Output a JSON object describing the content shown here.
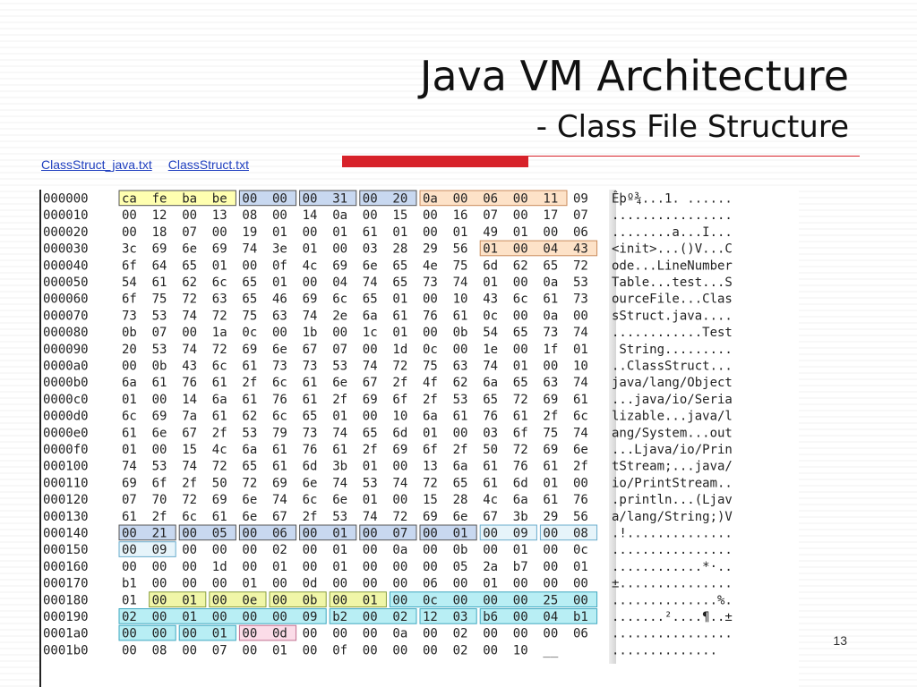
{
  "slide": {
    "title": "Java VM Architecture",
    "subtitle": "- Class File Structure",
    "links": [
      "ClassStruct_java.txt",
      "ClassStruct.txt"
    ],
    "page_number": "13"
  },
  "hexdump": {
    "rows": [
      {
        "offset": "000000",
        "hex": [
          "ca",
          "fe",
          "ba",
          "be",
          "00",
          "00",
          "00",
          "31",
          "00",
          "20",
          "0a",
          "00",
          "06",
          "00",
          "11",
          "09"
        ],
        "ascii": "Êþº¾...1. ......"
      },
      {
        "offset": "000010",
        "hex": [
          "00",
          "12",
          "00",
          "13",
          "08",
          "00",
          "14",
          "0a",
          "00",
          "15",
          "00",
          "16",
          "07",
          "00",
          "17",
          "07"
        ],
        "ascii": "................"
      },
      {
        "offset": "000020",
        "hex": [
          "00",
          "18",
          "07",
          "00",
          "19",
          "01",
          "00",
          "01",
          "61",
          "01",
          "00",
          "01",
          "49",
          "01",
          "00",
          "06"
        ],
        "ascii": "........a...I..."
      },
      {
        "offset": "000030",
        "hex": [
          "3c",
          "69",
          "6e",
          "69",
          "74",
          "3e",
          "01",
          "00",
          "03",
          "28",
          "29",
          "56",
          "01",
          "00",
          "04",
          "43"
        ],
        "ascii": "<init>...()V...C"
      },
      {
        "offset": "000040",
        "hex": [
          "6f",
          "64",
          "65",
          "01",
          "00",
          "0f",
          "4c",
          "69",
          "6e",
          "65",
          "4e",
          "75",
          "6d",
          "62",
          "65",
          "72"
        ],
        "ascii": "ode...LineNumber"
      },
      {
        "offset": "000050",
        "hex": [
          "54",
          "61",
          "62",
          "6c",
          "65",
          "01",
          "00",
          "04",
          "74",
          "65",
          "73",
          "74",
          "01",
          "00",
          "0a",
          "53"
        ],
        "ascii": "Table...test...S"
      },
      {
        "offset": "000060",
        "hex": [
          "6f",
          "75",
          "72",
          "63",
          "65",
          "46",
          "69",
          "6c",
          "65",
          "01",
          "00",
          "10",
          "43",
          "6c",
          "61",
          "73"
        ],
        "ascii": "ourceFile...Clas"
      },
      {
        "offset": "000070",
        "hex": [
          "73",
          "53",
          "74",
          "72",
          "75",
          "63",
          "74",
          "2e",
          "6a",
          "61",
          "76",
          "61",
          "0c",
          "00",
          "0a",
          "00"
        ],
        "ascii": "sStruct.java...."
      },
      {
        "offset": "000080",
        "hex": [
          "0b",
          "07",
          "00",
          "1a",
          "0c",
          "00",
          "1b",
          "00",
          "1c",
          "01",
          "00",
          "0b",
          "54",
          "65",
          "73",
          "74"
        ],
        "ascii": "............Test"
      },
      {
        "offset": "000090",
        "hex": [
          "20",
          "53",
          "74",
          "72",
          "69",
          "6e",
          "67",
          "07",
          "00",
          "1d",
          "0c",
          "00",
          "1e",
          "00",
          "1f",
          "01"
        ],
        "ascii": " String........."
      },
      {
        "offset": "0000a0",
        "hex": [
          "00",
          "0b",
          "43",
          "6c",
          "61",
          "73",
          "73",
          "53",
          "74",
          "72",
          "75",
          "63",
          "74",
          "01",
          "00",
          "10"
        ],
        "ascii": "..ClassStruct..."
      },
      {
        "offset": "0000b0",
        "hex": [
          "6a",
          "61",
          "76",
          "61",
          "2f",
          "6c",
          "61",
          "6e",
          "67",
          "2f",
          "4f",
          "62",
          "6a",
          "65",
          "63",
          "74"
        ],
        "ascii": "java/lang/Object"
      },
      {
        "offset": "0000c0",
        "hex": [
          "01",
          "00",
          "14",
          "6a",
          "61",
          "76",
          "61",
          "2f",
          "69",
          "6f",
          "2f",
          "53",
          "65",
          "72",
          "69",
          "61"
        ],
        "ascii": "...java/io/Seria"
      },
      {
        "offset": "0000d0",
        "hex": [
          "6c",
          "69",
          "7a",
          "61",
          "62",
          "6c",
          "65",
          "01",
          "00",
          "10",
          "6a",
          "61",
          "76",
          "61",
          "2f",
          "6c"
        ],
        "ascii": "lizable...java/l"
      },
      {
        "offset": "0000e0",
        "hex": [
          "61",
          "6e",
          "67",
          "2f",
          "53",
          "79",
          "73",
          "74",
          "65",
          "6d",
          "01",
          "00",
          "03",
          "6f",
          "75",
          "74"
        ],
        "ascii": "ang/System...out"
      },
      {
        "offset": "0000f0",
        "hex": [
          "01",
          "00",
          "15",
          "4c",
          "6a",
          "61",
          "76",
          "61",
          "2f",
          "69",
          "6f",
          "2f",
          "50",
          "72",
          "69",
          "6e"
        ],
        "ascii": "...Ljava/io/Prin"
      },
      {
        "offset": "000100",
        "hex": [
          "74",
          "53",
          "74",
          "72",
          "65",
          "61",
          "6d",
          "3b",
          "01",
          "00",
          "13",
          "6a",
          "61",
          "76",
          "61",
          "2f"
        ],
        "ascii": "tStream;...java/"
      },
      {
        "offset": "000110",
        "hex": [
          "69",
          "6f",
          "2f",
          "50",
          "72",
          "69",
          "6e",
          "74",
          "53",
          "74",
          "72",
          "65",
          "61",
          "6d",
          "01",
          "00"
        ],
        "ascii": "io/PrintStream.."
      },
      {
        "offset": "000120",
        "hex": [
          "07",
          "70",
          "72",
          "69",
          "6e",
          "74",
          "6c",
          "6e",
          "01",
          "00",
          "15",
          "28",
          "4c",
          "6a",
          "61",
          "76"
        ],
        "ascii": ".println...(Ljav"
      },
      {
        "offset": "000130",
        "hex": [
          "61",
          "2f",
          "6c",
          "61",
          "6e",
          "67",
          "2f",
          "53",
          "74",
          "72",
          "69",
          "6e",
          "67",
          "3b",
          "29",
          "56"
        ],
        "ascii": "a/lang/String;)V"
      },
      {
        "offset": "000140",
        "hex": [
          "00",
          "21",
          "00",
          "05",
          "00",
          "06",
          "00",
          "01",
          "00",
          "07",
          "00",
          "01",
          "00",
          "09",
          "00",
          "08"
        ],
        "ascii": ".!.............."
      },
      {
        "offset": "000150",
        "hex": [
          "00",
          "09",
          "00",
          "00",
          "00",
          "02",
          "00",
          "01",
          "00",
          "0a",
          "00",
          "0b",
          "00",
          "01",
          "00",
          "0c"
        ],
        "ascii": "................"
      },
      {
        "offset": "000160",
        "hex": [
          "00",
          "00",
          "00",
          "1d",
          "00",
          "01",
          "00",
          "01",
          "00",
          "00",
          "00",
          "05",
          "2a",
          "b7",
          "00",
          "01"
        ],
        "ascii": "............*·.."
      },
      {
        "offset": "000170",
        "hex": [
          "b1",
          "00",
          "00",
          "00",
          "01",
          "00",
          "0d",
          "00",
          "00",
          "00",
          "06",
          "00",
          "01",
          "00",
          "00",
          "00"
        ],
        "ascii": "±..............."
      },
      {
        "offset": "000180",
        "hex": [
          "01",
          "00",
          "01",
          "00",
          "0e",
          "00",
          "0b",
          "00",
          "01",
          "00",
          "0c",
          "00",
          "00",
          "00",
          "25",
          "00"
        ],
        "ascii": "..............%."
      },
      {
        "offset": "000190",
        "hex": [
          "02",
          "00",
          "01",
          "00",
          "00",
          "00",
          "09",
          "b2",
          "00",
          "02",
          "12",
          "03",
          "b6",
          "00",
          "04",
          "b1"
        ],
        "ascii": ".......²....¶..±"
      },
      {
        "offset": "0001a0",
        "hex": [
          "00",
          "00",
          "00",
          "01",
          "00",
          "0d",
          "00",
          "00",
          "00",
          "0a",
          "00",
          "02",
          "00",
          "00",
          "00",
          "06"
        ],
        "ascii": "................"
      },
      {
        "offset": "0001b0",
        "hex": [
          "00",
          "08",
          "00",
          "07",
          "00",
          "01",
          "00",
          "0f",
          "00",
          "00",
          "00",
          "02",
          "00",
          "10",
          "__",
          ""
        ],
        "ascii": ".............."
      }
    ],
    "highlights": [
      {
        "row": 0,
        "start": 0,
        "len": 4,
        "fill": "#ffffb0",
        "stroke": "#555555"
      },
      {
        "row": 0,
        "start": 4,
        "len": 2,
        "fill": "#c8d8f0",
        "stroke": "#555555"
      },
      {
        "row": 0,
        "start": 6,
        "len": 2,
        "fill": "#c8d8f0",
        "stroke": "#555555"
      },
      {
        "row": 0,
        "start": 8,
        "len": 2,
        "fill": "#c8d8f0",
        "stroke": "#555555"
      },
      {
        "row": 0,
        "start": 10,
        "len": 5,
        "fill": "#fde2c8",
        "stroke": "#c98a5a"
      },
      {
        "row": 3,
        "start": 12,
        "len": 4,
        "fill": "#fde2c8",
        "stroke": "#c98a5a"
      },
      {
        "row": 20,
        "start": 0,
        "len": 2,
        "fill": "#c8d8f0",
        "stroke": "#555555"
      },
      {
        "row": 20,
        "start": 2,
        "len": 2,
        "fill": "#c8d8f0",
        "stroke": "#555555"
      },
      {
        "row": 20,
        "start": 4,
        "len": 2,
        "fill": "#c8d8f0",
        "stroke": "#555555"
      },
      {
        "row": 20,
        "start": 6,
        "len": 2,
        "fill": "#c8d8f0",
        "stroke": "#555555"
      },
      {
        "row": 20,
        "start": 8,
        "len": 2,
        "fill": "#c8d8f0",
        "stroke": "#555555"
      },
      {
        "row": 20,
        "start": 10,
        "len": 2,
        "fill": "#c8d8f0",
        "stroke": "#555555"
      },
      {
        "row": 20,
        "start": 12,
        "len": 2,
        "fill": "#e6f4fa",
        "stroke": "#6aaccc"
      },
      {
        "row": 20,
        "start": 14,
        "len": 2,
        "fill": "#e6f4fa",
        "stroke": "#6aaccc"
      },
      {
        "row": 21,
        "start": 0,
        "len": 2,
        "fill": "#e6f4fa",
        "stroke": "#6aaccc"
      },
      {
        "row": 24,
        "start": 1,
        "len": 2,
        "fill": "#f0f6a8",
        "stroke": "#8aa040"
      },
      {
        "row": 24,
        "start": 3,
        "len": 2,
        "fill": "#f0f6a8",
        "stroke": "#8aa040"
      },
      {
        "row": 24,
        "start": 5,
        "len": 2,
        "fill": "#f0f6a8",
        "stroke": "#8aa040"
      },
      {
        "row": 24,
        "start": 7,
        "len": 2,
        "fill": "#f0f6a8",
        "stroke": "#8aa040"
      },
      {
        "row": 24,
        "start": 9,
        "len": 7,
        "fill": "#b8eef4",
        "stroke": "#40a8c0"
      },
      {
        "row": 25,
        "start": 0,
        "len": 7,
        "fill": "#b8eef4",
        "stroke": "#40a8c0"
      },
      {
        "row": 25,
        "start": 7,
        "len": 3,
        "fill": "#b8eef4",
        "stroke": "#40a8c0"
      },
      {
        "row": 25,
        "start": 10,
        "len": 2,
        "fill": "#b8eef4",
        "stroke": "#40a8c0"
      },
      {
        "row": 25,
        "start": 12,
        "len": 4,
        "fill": "#b8eef4",
        "stroke": "#40a8c0"
      },
      {
        "row": 26,
        "start": 0,
        "len": 2,
        "fill": "#b8eef4",
        "stroke": "#40a8c0"
      },
      {
        "row": 26,
        "start": 2,
        "len": 2,
        "fill": "#b8eef4",
        "stroke": "#40a8c0"
      },
      {
        "row": 26,
        "start": 4,
        "len": 2,
        "fill": "#fbdce8",
        "stroke": "#c07090"
      }
    ]
  }
}
